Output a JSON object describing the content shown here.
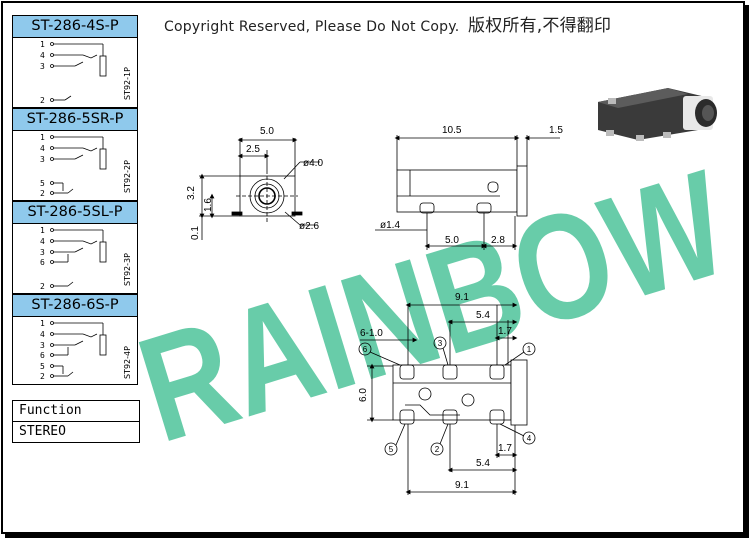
{
  "copyright_text": "Copyright Reserved, Please Do Not Copy.",
  "copyright_cn": "版权所有,不得翻印",
  "watermark": "RAINBOW",
  "models": [
    {
      "name": "ST-286-4S-P",
      "code": "ST92-1P",
      "pins": [
        "1",
        "4",
        "3",
        "2"
      ]
    },
    {
      "name": "ST-286-5SR-P",
      "code": "ST92-2P",
      "pins": [
        "1",
        "4",
        "3",
        "5",
        "2"
      ]
    },
    {
      "name": "ST-286-5SL-P",
      "code": "ST92-3P",
      "pins": [
        "1",
        "4",
        "3",
        "6",
        "2"
      ]
    },
    {
      "name": "ST-286-6S-P",
      "code": "ST92-4P",
      "pins": [
        "1",
        "4",
        "3",
        "6",
        "5",
        "2"
      ]
    }
  ],
  "spec": {
    "function_label": "Function",
    "function_value": "STEREO"
  },
  "dims": {
    "d5_0": "5.0",
    "d2_5": "2.5",
    "d4_0": "ø4.0",
    "d3_2": "3.2",
    "d1_6": "1.6",
    "d0_1": "0.1",
    "d2_6": "ø2.6",
    "d10_5": "10.5",
    "d1_5": "1.5",
    "d1_4": "ø1.4",
    "d5_0b": "5.0",
    "d2_8": "2.8",
    "d9_1": "9.1",
    "d5_4": "5.4",
    "d6_10": "6-1.0",
    "d1_7": "1.7",
    "d6_0": "6.0",
    "d1_7b": "1.7",
    "d5_4b": "5.4",
    "d9_1b": "9.1"
  },
  "pin_markers": [
    "6",
    "3",
    "1",
    "5",
    "2",
    "4"
  ],
  "colors": {
    "header_blue": "#8fc9ec",
    "watermark_green": "#4ec39a"
  }
}
